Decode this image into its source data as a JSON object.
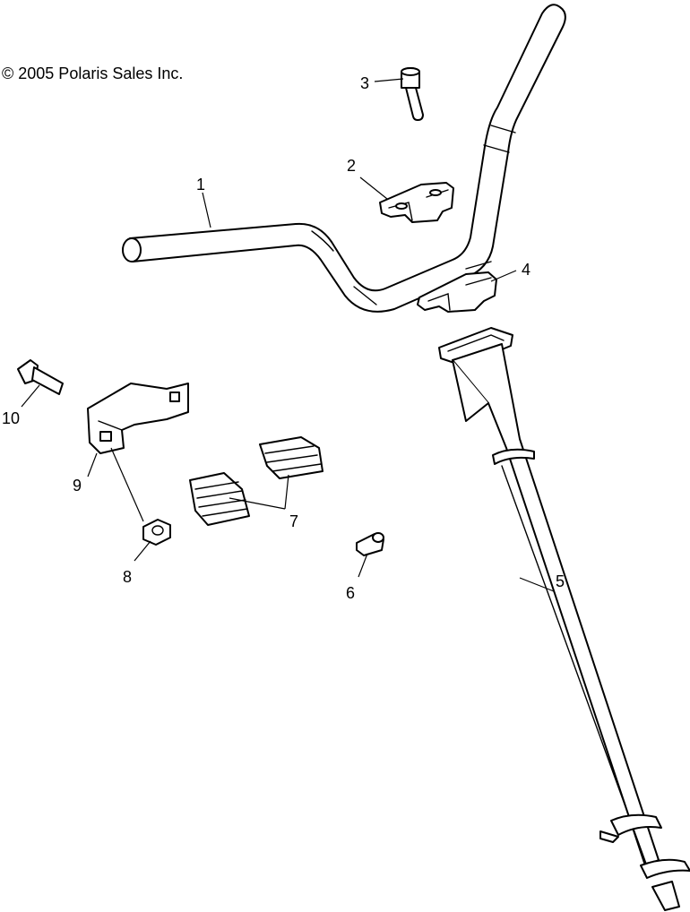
{
  "copyright": "© 2005 Polaris Sales Inc.",
  "callouts": [
    {
      "id": "1",
      "label": "1"
    },
    {
      "id": "2",
      "label": "2"
    },
    {
      "id": "3",
      "label": "3"
    },
    {
      "id": "4",
      "label": "4"
    },
    {
      "id": "5",
      "label": "5"
    },
    {
      "id": "6",
      "label": "6"
    },
    {
      "id": "7",
      "label": "7"
    },
    {
      "id": "8",
      "label": "8"
    },
    {
      "id": "9",
      "label": "9"
    },
    {
      "id": "10",
      "label": "10"
    }
  ]
}
